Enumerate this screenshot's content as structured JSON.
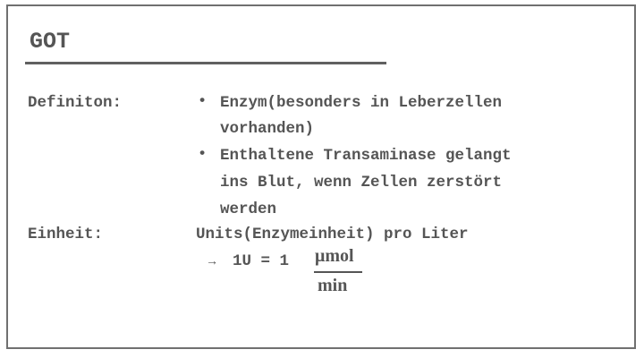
{
  "title": "GOT",
  "definition": {
    "label": "Definiton:",
    "bullet_symbol": "•",
    "bullets": [
      {
        "line1": "Enzym(besonders in Leberzellen",
        "line2": "vorhanden)"
      },
      {
        "line1": "Enthaltene Transaminase gelangt",
        "line2": "ins Blut, wenn Zellen zerstört",
        "line3": "werden"
      }
    ]
  },
  "unit": {
    "label": "Einheit:",
    "text": "Units(Enzymeinheit) pro Liter",
    "arrow": "→",
    "equation_left": "1U = 1",
    "numerator": "μmol",
    "denominator": "min"
  }
}
